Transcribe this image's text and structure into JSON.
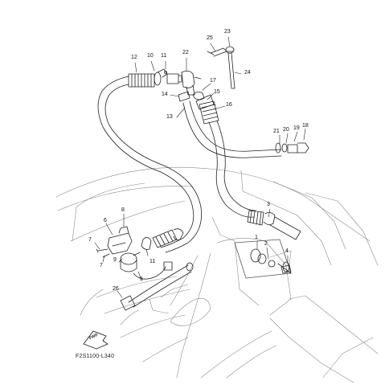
{
  "figure": {
    "code": "F2S1100-L340",
    "fwd_label": "FWD"
  },
  "callouts": [
    "1",
    "2",
    "3",
    "4",
    "5",
    "6",
    "7",
    "8",
    "9",
    "10",
    "11",
    "12",
    "13",
    "14",
    "15",
    "16",
    "17",
    "18",
    "19",
    "20",
    "21",
    "22",
    "23",
    "24",
    "25",
    "26"
  ]
}
